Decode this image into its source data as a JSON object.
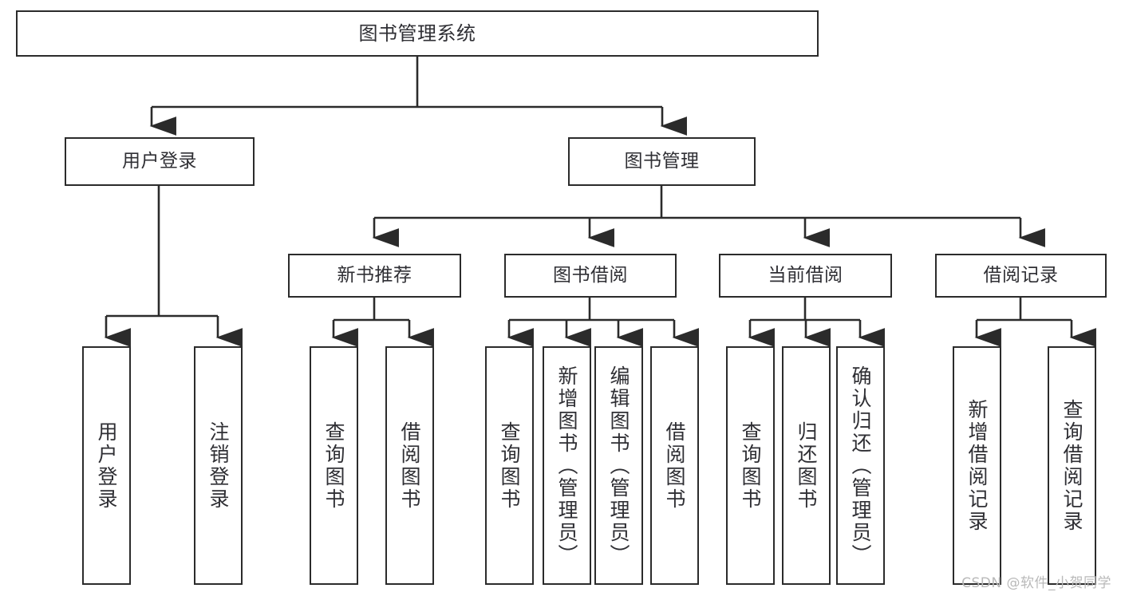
{
  "diagram": {
    "title": "图书管理系统",
    "type": "tree-hierarchy-chart",
    "stroke_color": "#2b2b2b",
    "text_color": "#2f2f34",
    "background_color": "#ffffff"
  },
  "nodes": {
    "root": {
      "label": "图书管理系统"
    },
    "level2": [
      {
        "label": "用户登录"
      },
      {
        "label": "图书管理"
      }
    ],
    "level3": [
      {
        "label": "新书推荐"
      },
      {
        "label": "图书借阅"
      },
      {
        "label": "当前借阅"
      },
      {
        "label": "借阅记录"
      }
    ],
    "leaves": [
      {
        "label": "用户登录"
      },
      {
        "label": "注销登录"
      },
      {
        "label": "查询图书"
      },
      {
        "label": "借阅图书"
      },
      {
        "label": "查询图书"
      },
      {
        "label": "新增图书（管理员）"
      },
      {
        "label": "编辑图书（管理员）"
      },
      {
        "label": "借阅图书"
      },
      {
        "label": "查询图书"
      },
      {
        "label": "归还图书"
      },
      {
        "label": "确认归还（管理员）"
      },
      {
        "label": "新增借阅记录"
      },
      {
        "label": "查询借阅记录"
      }
    ]
  },
  "watermark": {
    "text": "CSDN @软件_小贺同学"
  }
}
